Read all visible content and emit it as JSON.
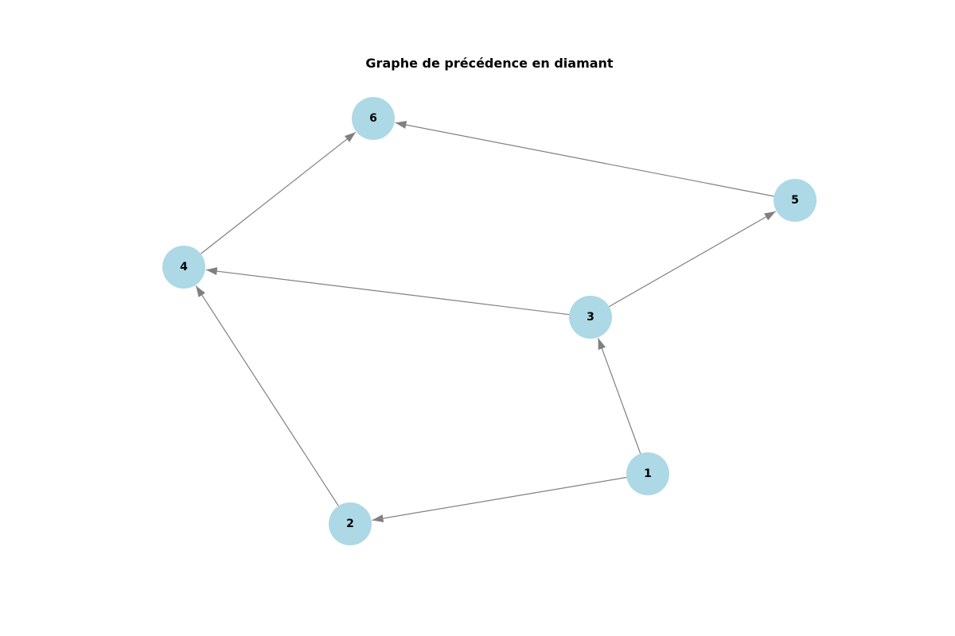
{
  "title": "Graphe de précédence en diamant",
  "colors": {
    "node_fill": "#add8e6",
    "edge": "#808080",
    "label": "#000000",
    "background": "#ffffff"
  },
  "nodes": [
    {
      "id": "1",
      "label": "1"
    },
    {
      "id": "2",
      "label": "2"
    },
    {
      "id": "3",
      "label": "3"
    },
    {
      "id": "4",
      "label": "4"
    },
    {
      "id": "5",
      "label": "5"
    },
    {
      "id": "6",
      "label": "6"
    }
  ],
  "edges": [
    {
      "from": "1",
      "to": "2"
    },
    {
      "from": "1",
      "to": "3"
    },
    {
      "from": "2",
      "to": "4"
    },
    {
      "from": "3",
      "to": "4"
    },
    {
      "from": "3",
      "to": "5"
    },
    {
      "from": "4",
      "to": "6"
    },
    {
      "from": "5",
      "to": "6"
    }
  ]
}
